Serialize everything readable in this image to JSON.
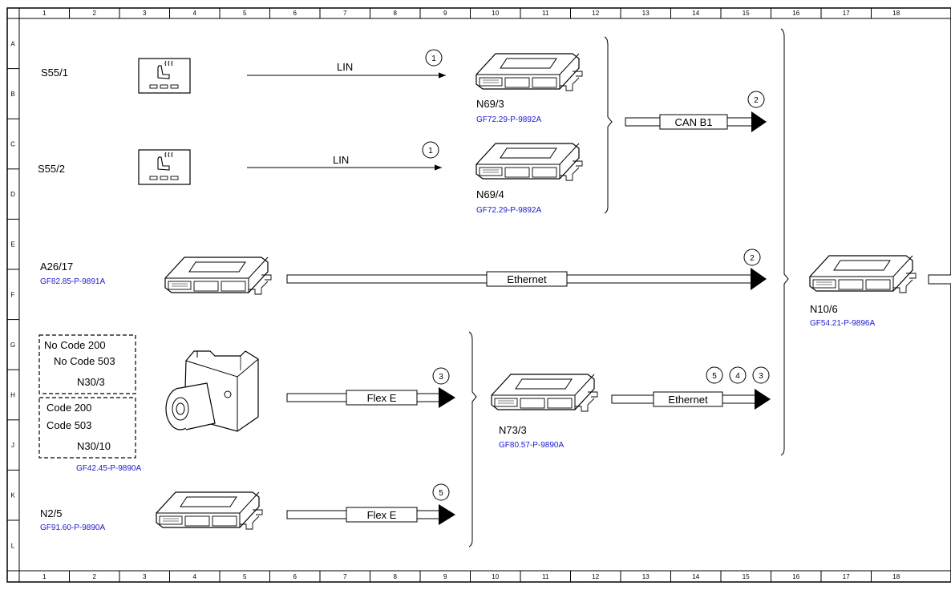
{
  "ruler": {
    "columns": [
      "1",
      "2",
      "3",
      "4",
      "5",
      "6",
      "7",
      "8",
      "9",
      "10",
      "11",
      "12",
      "13",
      "14",
      "15",
      "16",
      "17",
      "18"
    ],
    "rows": [
      "A",
      "B",
      "C",
      "D",
      "E",
      "F",
      "G",
      "H",
      "J",
      "K",
      "L"
    ]
  },
  "components": {
    "s55_1": {
      "label": "S55/1"
    },
    "s55_2": {
      "label": "S55/2"
    },
    "n69_3": {
      "label": "N69/3",
      "ref": "GF72.29-P-9892A"
    },
    "n69_4": {
      "label": "N69/4",
      "ref": "GF72.29-P-9892A"
    },
    "a26_17": {
      "label": "A26/17",
      "ref": "GF82.85-P-9891A"
    },
    "n10_6": {
      "label": "N10/6",
      "ref": "GF54.21-P-9896A"
    },
    "n73_3": {
      "label": "N73/3",
      "ref": "GF80.57-P-9890A"
    },
    "n2_5": {
      "label": "N2/5",
      "ref": "GF91.60-P-9890A"
    },
    "n30_3": {
      "line1": "No Code 200",
      "line2": "No Code 503",
      "label": "N30/3"
    },
    "n30_10": {
      "line1": "Code 200",
      "line2": "Code 503",
      "label": "N30/10",
      "ref": "GF42.45-P-9890A"
    }
  },
  "connections": {
    "lin_1": {
      "label": "LIN",
      "marker": "1"
    },
    "lin_2": {
      "label": "LIN",
      "marker": "1"
    },
    "can_b1": {
      "label": "CAN B1",
      "marker": "2"
    },
    "ethernet_a26": {
      "label": "Ethernet",
      "marker": "2"
    },
    "flex_e_abs": {
      "label": "Flex E",
      "marker": "3"
    },
    "flex_e_n2": {
      "label": "Flex E",
      "marker": "5"
    },
    "ethernet_n73": {
      "label": "Ethernet",
      "markers": [
        "5",
        "4",
        "3"
      ]
    }
  }
}
